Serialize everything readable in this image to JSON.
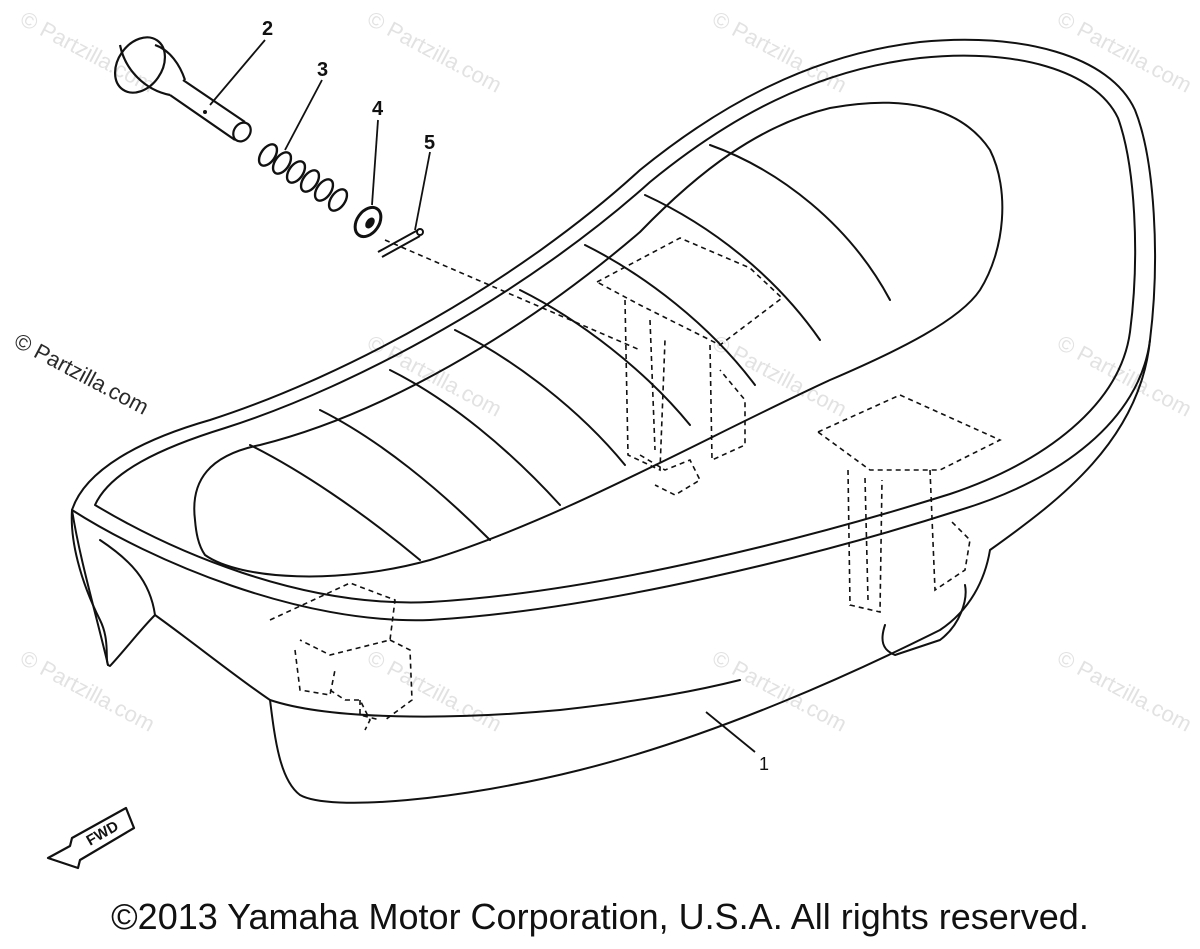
{
  "watermark_text": "© Partzilla.com",
  "callouts": {
    "part_1": "1",
    "part_2": "2",
    "part_3": "3",
    "part_4": "4",
    "part_5": "5"
  },
  "fwd_arrow_label": "FWD",
  "copyright": "©2013 Yamaha Motor Corporation, U.S.A. All rights reserved.",
  "colors": {
    "line": "#111111",
    "watermark": "#e2e2e2",
    "background": "#ffffff"
  }
}
